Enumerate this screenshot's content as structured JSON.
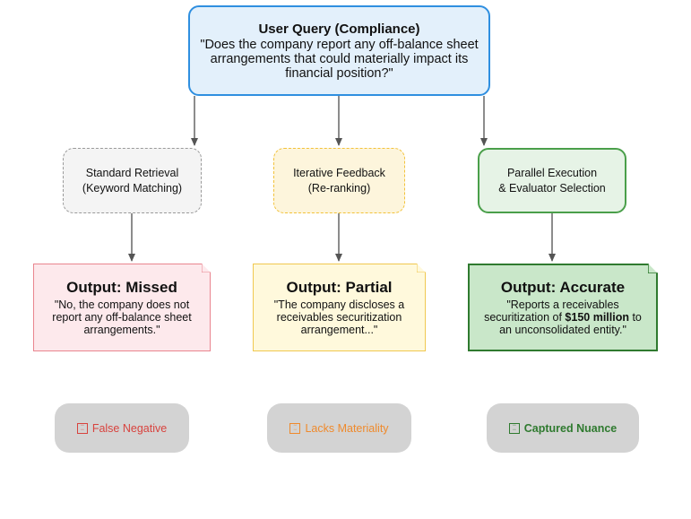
{
  "query": {
    "title": "User Query (Compliance)",
    "text": "\"Does the company report any off-balance sheet arrangements that could materially impact its financial position?\""
  },
  "methods": [
    {
      "line1": "Standard Retrieval",
      "line2": "(Keyword Matching)"
    },
    {
      "line1": "Iterative Feedback",
      "line2": "(Re-ranking)"
    },
    {
      "line1": "Parallel Execution",
      "line2": "& Evaluator Selection"
    }
  ],
  "outputs": [
    {
      "title": "Output: Missed",
      "text": "\"No, the company does not report any off-balance sheet arrangements.\""
    },
    {
      "title": "Output: Partial",
      "text": "\"The company discloses a receivables securitization arrangement...\""
    },
    {
      "title": "Output: Accurate",
      "text_before": "\"Reports a receivables securitization of ",
      "text_bold": "$150 million",
      "text_after": " to an unconsolidated entity.\""
    }
  ],
  "badges": [
    {
      "label": "False Negative",
      "icon": "missing-glyph-icon",
      "color": "#d8433e"
    },
    {
      "label": "Lacks Materiality",
      "icon": "missing-glyph-icon",
      "color": "#ef8a2c"
    },
    {
      "label": "Captured Nuance",
      "icon": "missing-glyph-icon",
      "color": "#2f7a2f"
    }
  ]
}
